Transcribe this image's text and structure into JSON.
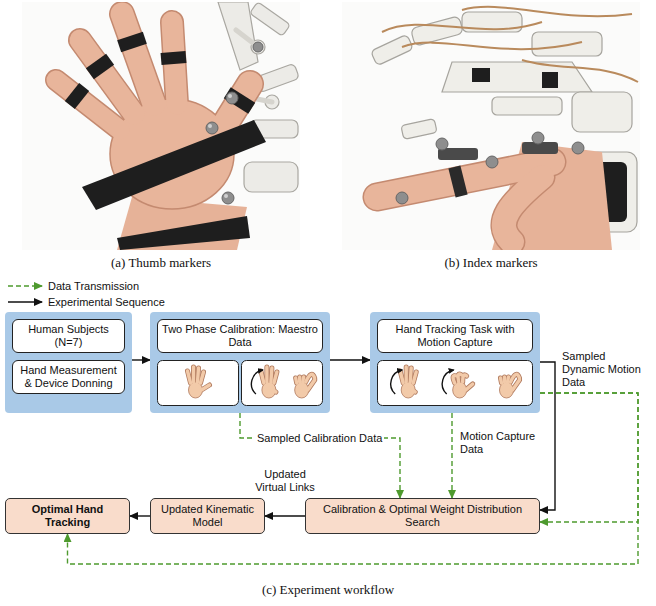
{
  "diagram": {
    "caption": "(c) Experiment workflow",
    "nodes": [
      {
        "text": [
          "Human Subjects (N=7)",
          "Hand Measurement & Device Donning"
        ]
      },
      {
        "text": [
          "Two Phase Calibration: Maestro Data"
        ]
      },
      {
        "text": [
          "Hand Tracking Task with Motion Capture"
        ]
      },
      {
        "text": [
          "Optimal Hand Tracking"
        ]
      },
      {
        "text": [
          "Updated Kinematic Model"
        ]
      },
      {
        "text": [
          "Calibration & Optimal Weight Distribution Search"
        ]
      }
    ],
    "edges": [
      {
        "from": 0,
        "to": 1,
        "arrow": "to"
      },
      {
        "from": 1,
        "to": 2,
        "arrow": "to"
      },
      {
        "from": 2,
        "to": 5,
        "arrow": "to"
      },
      {
        "from": 5,
        "to": 4,
        "label": "Updated Virtual Links",
        "arrow": "to"
      },
      {
        "from": 4,
        "to": 3,
        "arrow": "to"
      },
      {
        "from": 1,
        "to": 5,
        "label": "Sampled Calibration Data",
        "arrow": "to"
      },
      {
        "from": 2,
        "to": 5,
        "label": "Motion Capture Data",
        "arrow": "to"
      },
      {
        "from": 2,
        "to": 5,
        "label": "Sampled Dynamic Motion Data",
        "arrow": "to"
      },
      {
        "from": 2,
        "to": 3,
        "arrow": "to"
      }
    ],
    "labels": [
      "(a) Thumb markers",
      "(b) Index markers"
    ],
    "legend": [
      {
        "text": "Data Transmission"
      },
      {
        "text": "Experimental Sequence"
      }
    ]
  }
}
